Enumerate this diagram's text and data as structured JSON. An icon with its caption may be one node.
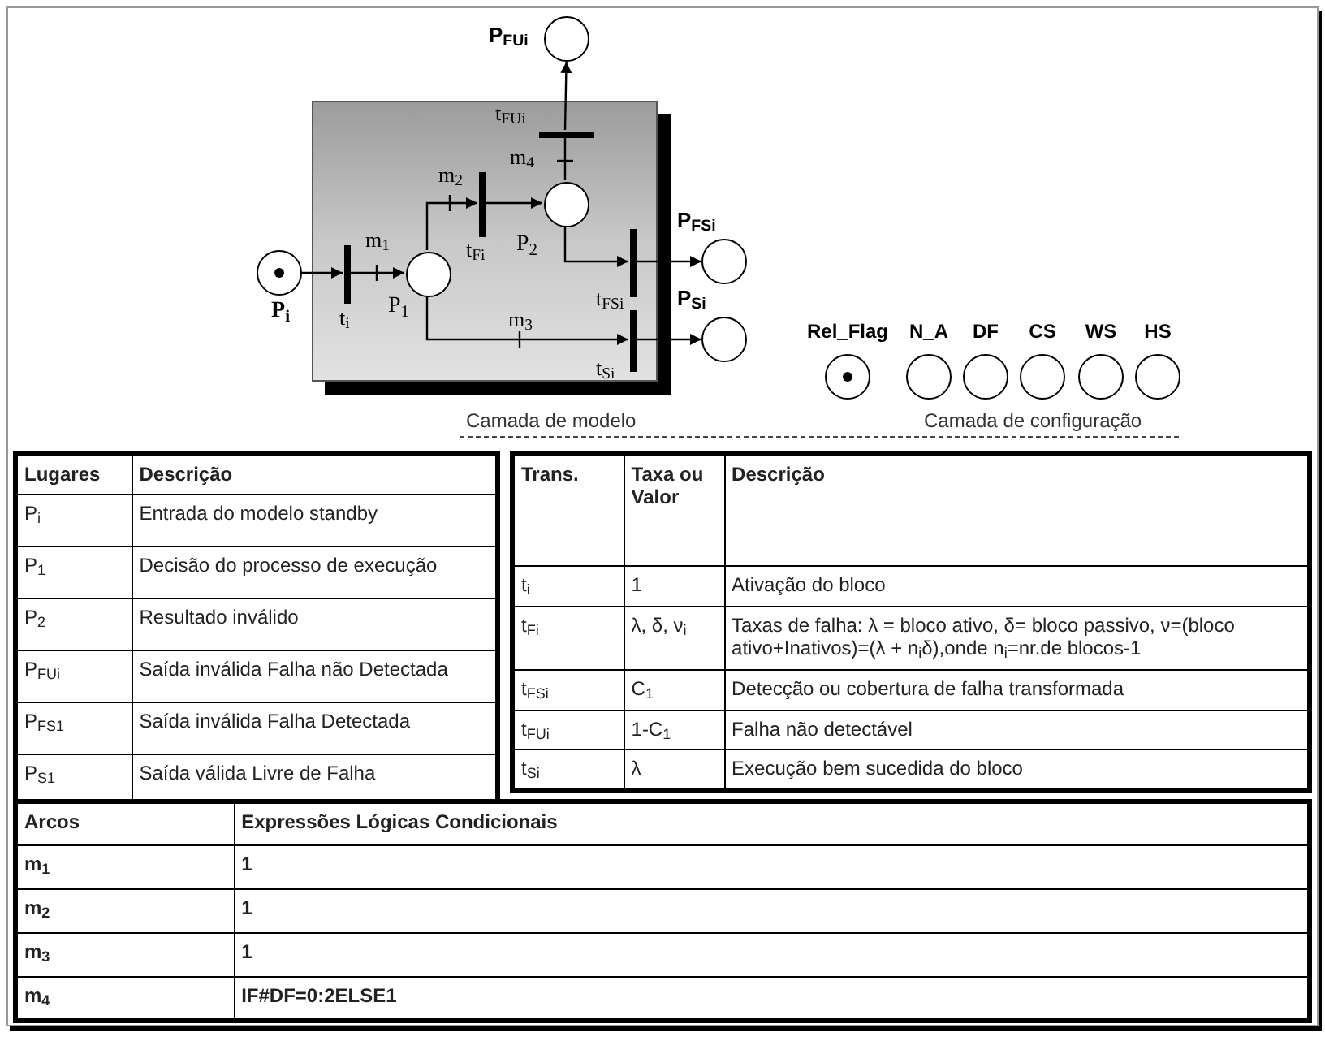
{
  "diagram": {
    "nodes": [
      {
        "text": [],
        "shape": "box",
        "beside": [
          "Camada de modelo"
        ]
      },
      {
        "text": [
          "P$_{i}$"
        ]
      },
      {
        "text": [
          "t$_{i}$"
        ],
        "in": 0
      },
      {
        "text": [
          "P$_{1}$"
        ],
        "in": 0
      },
      {
        "text": [
          "t$_{Fi}$"
        ],
        "in": 0
      },
      {
        "text": [
          "P$_{2}$"
        ],
        "in": 0
      },
      {
        "text": [
          "t$_{FUi}$"
        ],
        "in": 0
      },
      {
        "text": [
          "P$_{FUi}$"
        ]
      },
      {
        "text": [
          "t$_{FSi}$"
        ],
        "in": 0
      },
      {
        "text": [
          "P$_{FSi}$"
        ]
      },
      {
        "text": [
          "t$_{Si}$"
        ],
        "in": 0
      },
      {
        "text": [
          "P$_{Si}$"
        ]
      },
      {
        "text": [
          "Rel_Flag"
        ]
      },
      {
        "text": [
          "N_A"
        ]
      },
      {
        "text": [
          "DF"
        ]
      },
      {
        "text": [
          "CS"
        ]
      },
      {
        "text": [
          "WS"
        ]
      },
      {
        "text": [
          "HS"
        ]
      }
    ],
    "edges": [
      {
        "from": 1,
        "to": 2,
        "arrow": "to"
      },
      {
        "from": 2,
        "to": 3,
        "arrow": "to",
        "label": "m$_{1}$"
      },
      {
        "from": 3,
        "to": 4,
        "arrow": "to",
        "label": "m$_{2}$"
      },
      {
        "from": 4,
        "to": 5,
        "arrow": "to"
      },
      {
        "from": 5,
        "to": 6,
        "arrow": "none",
        "label": "m$_{4}$"
      },
      {
        "from": 6,
        "to": 7,
        "arrow": "to"
      },
      {
        "from": 5,
        "to": 8,
        "arrow": "to"
      },
      {
        "from": 8,
        "to": 9,
        "arrow": "to"
      },
      {
        "from": 3,
        "to": 10,
        "arrow": "to",
        "label": "m$_{3}$"
      },
      {
        "from": 10,
        "to": 11,
        "arrow": "to"
      }
    ],
    "labels": [
      "Camada de configuração",
      "Lugares",
      "Descrição",
      "P$_{i}$",
      "Entrada do modelo standby",
      "P$_{1}$",
      "Decisão do processo de execução",
      "P$_{2}$",
      "Resultado inválido",
      "P$_{FUi}$",
      "Saída inválida Falha não Detectada",
      "P$_{FS1}$",
      "Saída inválida Falha Detectada",
      "P$_{S1}$",
      "Saída válida Livre de Falha",
      "Trans.",
      "Taxa ou Valor",
      "Descrição",
      "t$_{i}$",
      "1",
      "Ativação do bloco",
      "t$_{Fi}$",
      "λ, δ, ν$_{i}$",
      "Taxas de falha: λ = bloco ativo, δ= bloco passivo, ν=(bloco ativo+Inativos)=(λ + n$_{i}$δ),onde n$_{i}$=nr.de blocos-1",
      "t$_{FSi}$",
      "C$_{1}$",
      "Detecção ou cobertura de falha transformada",
      "t$_{FUi}$",
      "1-C$_{1}$",
      "Falha não detectável",
      "t$_{Si}$",
      "λ",
      "Execução bem sucedida do bloco",
      "Arcos",
      "Expressões Lógicas Condicionais",
      "m$_{1}$",
      "1",
      "m$_{2}$",
      "1",
      "m$_{3}$",
      "1",
      "m$_{4}$",
      "IF#DF=0:2ELSE1"
    ]
  }
}
